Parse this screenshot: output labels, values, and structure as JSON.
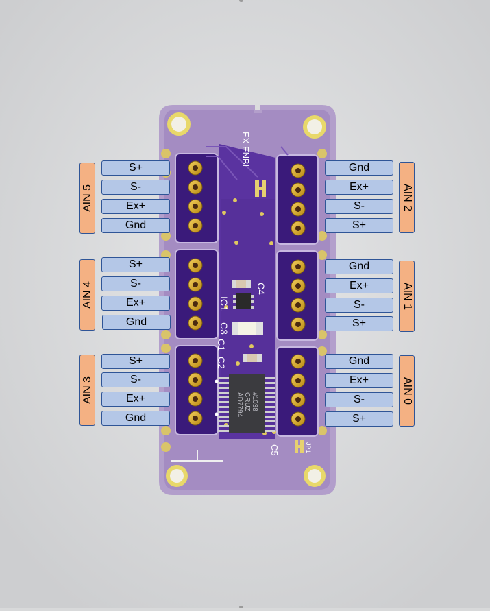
{
  "board": {
    "silkscreen": {
      "ex_enbl": "EX ENBL",
      "c1": "C1",
      "c2": "C2",
      "c3": "C3",
      "c4": "C4",
      "c5": "C5",
      "ic1": "IC1",
      "jp1": "JP1",
      "chip_line1": "AD7794",
      "chip_line2": "CRUZ",
      "chip_line3": "#1038"
    },
    "colors": {
      "pcb": "#4b2494",
      "pad": "#d4a017",
      "label_fill": "#b4c7e7",
      "label_border": "#2f5597",
      "ain_fill": "#f4b183"
    }
  },
  "connectors": {
    "ain5": {
      "name": "AIN 5",
      "pins": [
        "S+",
        "S-",
        "Ex+",
        "Gnd"
      ]
    },
    "ain4": {
      "name": "AIN 4",
      "pins": [
        "S+",
        "S-",
        "Ex+",
        "Gnd"
      ]
    },
    "ain3": {
      "name": "AIN 3",
      "pins": [
        "S+",
        "S-",
        "Ex+",
        "Gnd"
      ]
    },
    "ain2": {
      "name": "AIN 2",
      "pins": [
        "Gnd",
        "Ex+",
        "S-",
        "S+"
      ]
    },
    "ain1": {
      "name": "AIN 1",
      "pins": [
        "Gnd",
        "Ex+",
        "S-",
        "S+"
      ]
    },
    "ain0": {
      "name": "AIN 0",
      "pins": [
        "Gnd",
        "Ex+",
        "S-",
        "S+"
      ]
    }
  }
}
